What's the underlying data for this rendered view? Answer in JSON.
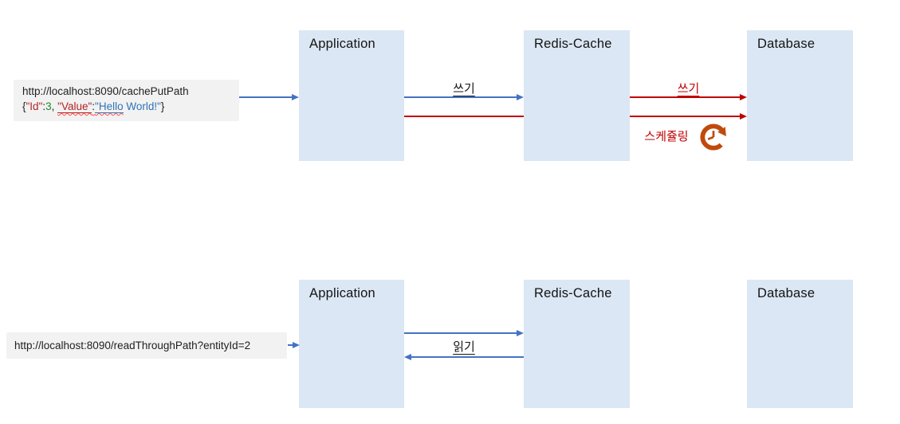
{
  "colors": {
    "box_fill": "#dbe7f4",
    "arrow_blue": "#4472c4",
    "arrow_red": "#c00000",
    "icon_orange": "#c04a0c",
    "request_box_bg": "#f2f2f2",
    "json_key_red": "#b22222",
    "json_number_green": "#228b22",
    "json_string_blue": "#2e75b6"
  },
  "top_flow": {
    "request_box": {
      "url": "http://localhost:8090/cachePutPath",
      "body": {
        "brace_open": "{",
        "key_id": "\"Id\"",
        "colon_a": ":",
        "num_value": "3",
        "comma": ", ",
        "key_value": "\"Value\"",
        "colon_b": ":",
        "str_hello": "\"Hello",
        "str_world": " World!\"",
        "brace_close": "}"
      }
    },
    "boxes": [
      {
        "label": "Application"
      },
      {
        "label": "Redis-Cache"
      },
      {
        "label": "Database"
      }
    ],
    "labels": {
      "app_to_redis_write": "쓰기",
      "redis_to_db_write": "쓰기",
      "scheduling": "스케쥴링"
    },
    "icon": "schedule-history-clock-icon"
  },
  "bottom_flow": {
    "request_box": {
      "url": "http://localhost:8090/readThroughPath?entityId=2"
    },
    "boxes": [
      {
        "label": "Application"
      },
      {
        "label": "Redis-Cache"
      },
      {
        "label": "Database"
      }
    ],
    "labels": {
      "read": "읽기"
    }
  }
}
